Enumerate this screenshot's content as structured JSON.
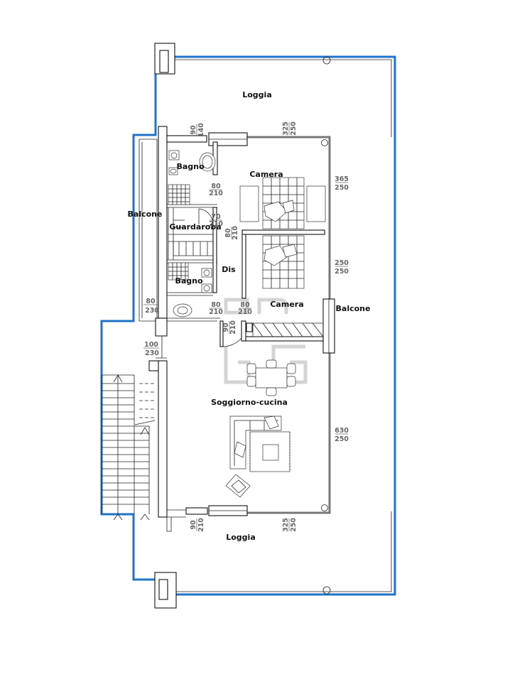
{
  "rooms": {
    "loggia_top": "Loggia",
    "loggia_bottom": "Loggia",
    "camera_1": "Camera",
    "camera_2": "Camera",
    "bagno_1": "Bagno",
    "bagno_2": "Bagno",
    "guardaroba": "Guardaroba",
    "dis": "Dis",
    "balcone_left": "Balcone",
    "balcone_right": "Balcone",
    "soggiorno": "Soggiorno-cucina"
  },
  "dimensions": {
    "win_top_left": [
      "90",
      "140"
    ],
    "win_top_right": [
      "325",
      "250"
    ],
    "win_right_1": [
      "365",
      "250"
    ],
    "win_right_2": [
      "250",
      "250"
    ],
    "win_right_3": [
      "630",
      "250"
    ],
    "win_bottom_left": [
      "90",
      "210"
    ],
    "win_bottom_right": [
      "325",
      "250"
    ],
    "door_bagno_1": [
      "80",
      "210"
    ],
    "door_guardaroba": [
      "70",
      "210"
    ],
    "door_camera_1": [
      "80",
      "210"
    ],
    "door_bagno_2": [
      "80",
      "210"
    ],
    "door_camera_2": [
      "80",
      "210"
    ],
    "door_entry": [
      "90",
      "210"
    ],
    "door_balcone_left": [
      "80",
      "230"
    ],
    "door_ext": [
      "100",
      "230"
    ]
  },
  "colors": {
    "boundary": "#1f73c9",
    "outer_wall": "#777777",
    "watermark": "#d4d4d4"
  }
}
